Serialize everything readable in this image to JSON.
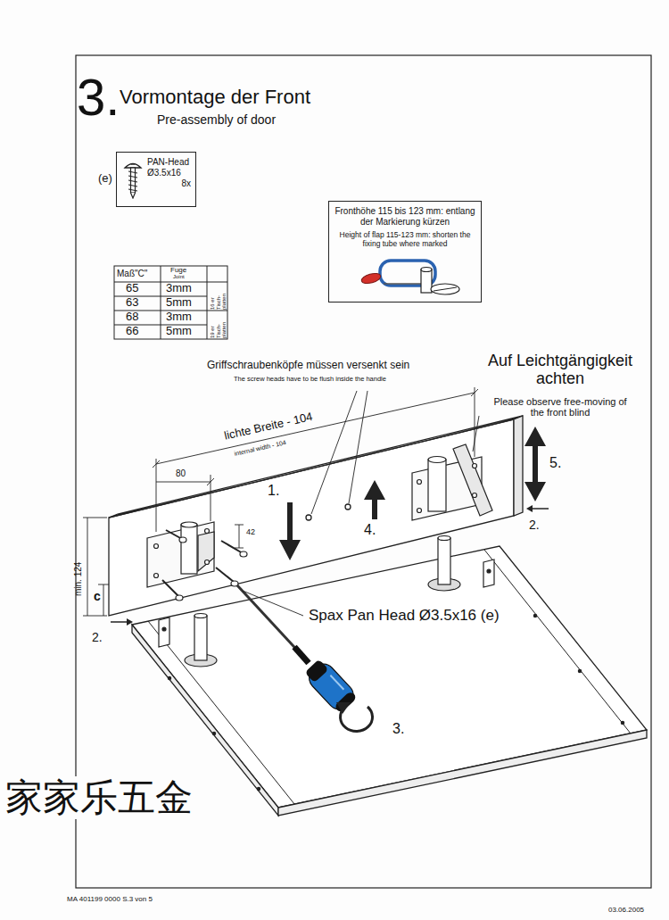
{
  "diagram": {
    "title": "Vormontage der Front",
    "nodes": [
      {
        "text": [
          "PAN-Head Ø3.5x16",
          "8x"
        ]
      },
      {
        "text": [
          "Fronthöhe 115 bis 123 mm: entlang der Markierung kürzen",
          "Height of flap 115-123 mm: shorten the fixing tube where marked"
        ]
      }
    ],
    "labels": [
      "3.",
      "Pre-assembly of door",
      "(e)",
      "Maß\"C\"",
      "Fuge",
      "Joint",
      "65",
      "3mm",
      "63",
      "5mm",
      "68",
      "3mm",
      "66",
      "5mm",
      "16 er Tisch-platten",
      "19 er Tisch-platten",
      "Griffschraubenköpfe müssen versenkt sein",
      "The screw heads have to be flush inside the handle",
      "Auf Leichtgängigkeit achten",
      "Please observe free-moving of the front blind",
      "lichte Breite - 104",
      "internal width - 104",
      "80",
      "42",
      "min. 124",
      "c",
      "1.",
      "2.",
      "2.",
      "3.",
      "4.",
      "5.",
      "Spax Pan Head Ø3.5x16 (e)",
      "家家乐五金",
      "MA 401199 0000 S.3 von 5",
      "03.06.2005"
    ]
  }
}
